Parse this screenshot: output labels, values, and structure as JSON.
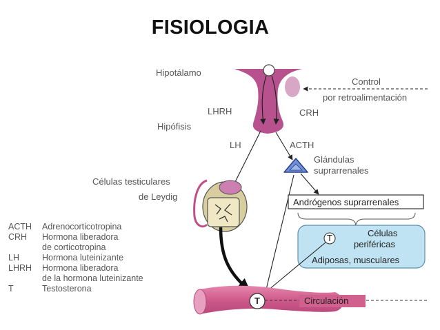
{
  "title": "FISIOLOGIA",
  "labels": {
    "hipotalamo": "Hipotálamo",
    "control_l1": "Control",
    "control_l2": "por retroalimentación",
    "lhrh": "LHRH",
    "crh": "CRH",
    "hipofisis": "Hipófisis",
    "lh": "LH",
    "acth": "ACTH",
    "glandulas_l1": "Glándulas",
    "glandulas_l2": "suprarrenales",
    "celulas_test_l1": "Células testiculares",
    "celulas_test_l2": "de Leydig",
    "androgenos": "Andrógenos suprarrenales",
    "celulas_perif_l1": "Células",
    "celulas_perif_l2": "periféricas",
    "adiposas": "Adiposas, musculares",
    "t_symbol": "T",
    "circulacion": "Circulación"
  },
  "legend": [
    {
      "abbr": "ACTH",
      "desc": "Adrenocorticotropina"
    },
    {
      "abbr": "CRH",
      "desc": "Hormona liberadora\nde corticotropina"
    },
    {
      "abbr": "LH",
      "desc": "Hormona luteinizante"
    },
    {
      "abbr": "LHRH",
      "desc": "Hormona liberadora\nde la hormona luteinizante"
    },
    {
      "abbr": "T",
      "desc": "Testosterona"
    }
  ],
  "colors": {
    "pituitary": "#b8528f",
    "vessel": "#d0608e",
    "cell_panel": "#bfe3f3",
    "adrenal": "#6f8fd6",
    "leydig_cell": "#d7cd9e"
  }
}
